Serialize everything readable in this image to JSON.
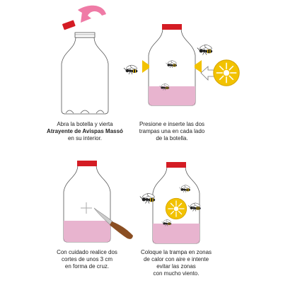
{
  "colors": {
    "cap": "#d41c24",
    "liquid": "#e8b4cf",
    "outline": "#555555",
    "trap": "#f2c200",
    "arrow": "#ef7ba6",
    "blade": "#cccccc",
    "handle": "#8a4e22"
  },
  "icons": [
    "curved-arrow-icon",
    "bottle-cap-icon",
    "cross-cut-icon",
    "knife-icon",
    "wasp-icon",
    "wasp-trap-icon",
    "insert-arrow-icon"
  ],
  "steps": [
    {
      "lines": [
        "Abra la botella y vierta",
        "Atrayente de Avispas Massó",
        "en su interior."
      ]
    },
    {
      "lines": [
        "Presione e inserte las dos",
        "trampas una en cada lado",
        "de la botella."
      ]
    },
    {
      "lines": [
        "Con cuidado realice dos",
        "cortes de unos 3 cm",
        "en forma de cruz."
      ]
    },
    {
      "lines": [
        "Coloque la trampa en zonas",
        "de calor con aire e intente",
        "evitar las zonas",
        "con mucho viento."
      ]
    }
  ]
}
